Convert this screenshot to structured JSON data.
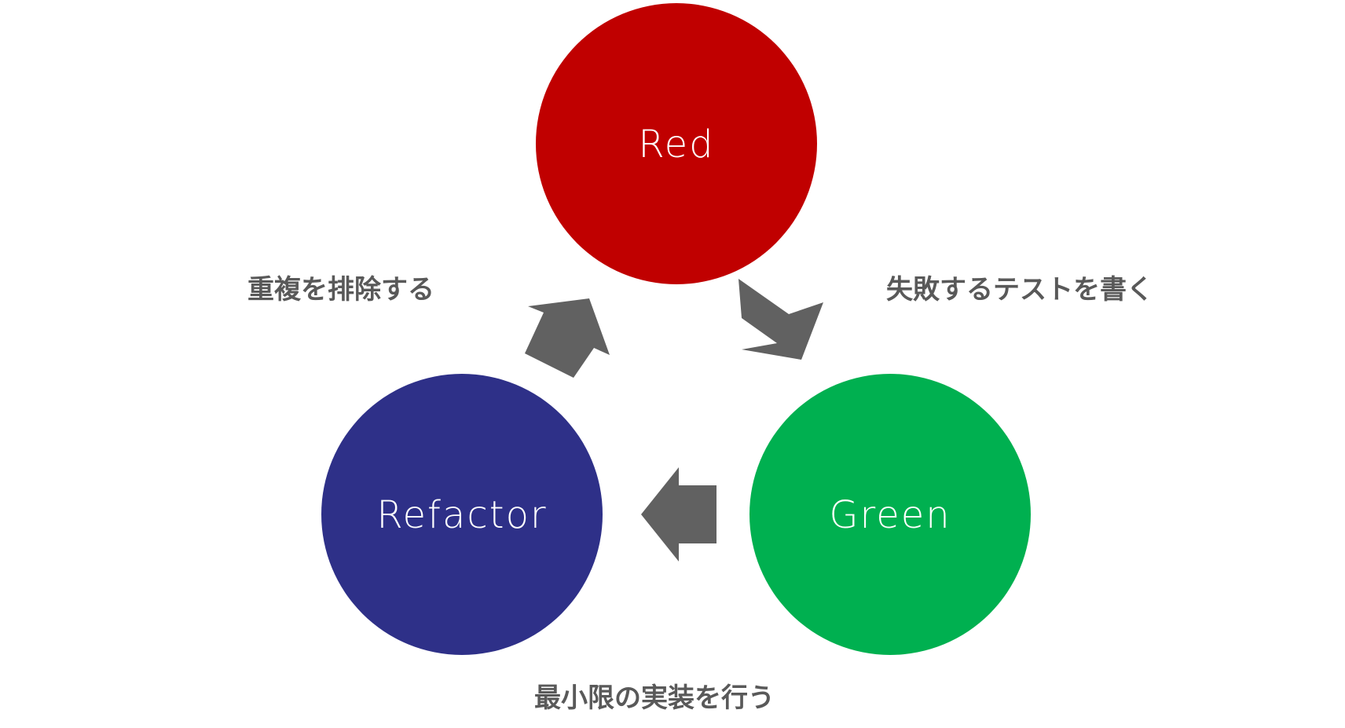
{
  "nodes": {
    "red": {
      "label": "Red",
      "color": "#C00000"
    },
    "green": {
      "label": "Green",
      "color": "#00B050"
    },
    "refactor": {
      "label": "Refactor",
      "color": "#2E3088"
    }
  },
  "steps": {
    "red_to_green": "失敗するテストを書く",
    "green_to_refactor": "最小限の実装を行う",
    "refactor_to_red": "重複を排除する"
  },
  "arrow_color": "#616161"
}
